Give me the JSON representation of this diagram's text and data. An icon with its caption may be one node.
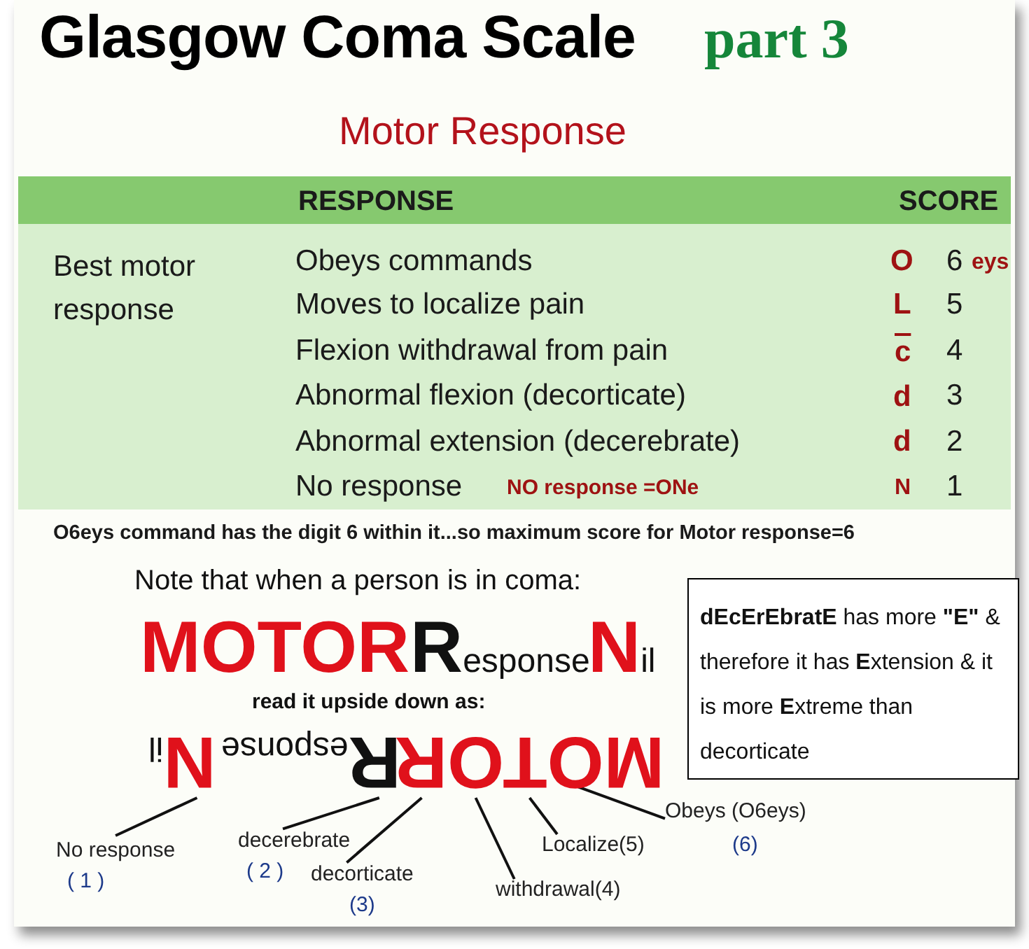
{
  "diagram": {
    "title": "Glasgow Coma Scale",
    "nodes": [
      {
        "text": [
          "**dEcErEbratE** has more **\"E\"** & therefore it has **E**xtension & it is more **E**xtreme than decorticate"
        ]
      },
      {
        "text": [
          "Nil"
        ]
      },
      {
        "text": [
          "Response"
        ]
      },
      {
        "text": [
          "MOTOR"
        ]
      },
      {
        "text": [
          "No response",
          "( 1 )"
        ]
      },
      {
        "text": [
          "decerebrate",
          "( 2 )"
        ]
      },
      {
        "text": [
          "decorticate",
          "(3)"
        ]
      },
      {
        "text": [
          "withdrawal(4)"
        ]
      },
      {
        "text": [
          "Localize(5)"
        ]
      },
      {
        "text": [
          "Obeys (O6eys)",
          "(6)"
        ]
      }
    ],
    "edges": [
      {
        "from": 4,
        "to": 1,
        "arrow": "none"
      },
      {
        "from": 5,
        "to": 2,
        "arrow": "none"
      },
      {
        "from": 6,
        "to": 3,
        "arrow": "none"
      },
      {
        "from": 7,
        "to": 3,
        "arrow": "none"
      },
      {
        "from": 8,
        "to": 3,
        "arrow": "none"
      },
      {
        "from": 9,
        "to": 3,
        "arrow": "none"
      }
    ],
    "labels": [
      "part 3",
      "Motor Response",
      "RESPONSE",
      "SCORE",
      "Best motor response",
      "Obeys commands",
      "O",
      "6",
      "eys",
      "Moves to localize pain",
      "L",
      "5",
      "Flexion withdrawal from pain",
      "c",
      "4",
      "Abnormal flexion (decorticate)",
      "d",
      "3",
      "Abnormal extension (decerebrate)",
      "d",
      "2",
      "No response",
      "NO response =ONe",
      "N",
      "1",
      "O6eys command has the digit 6 within it...so maximum score for Motor response=6",
      "Note that when a person is in coma:",
      "MOTOR",
      "Response",
      "Nil",
      "read it upside down as:"
    ]
  }
}
